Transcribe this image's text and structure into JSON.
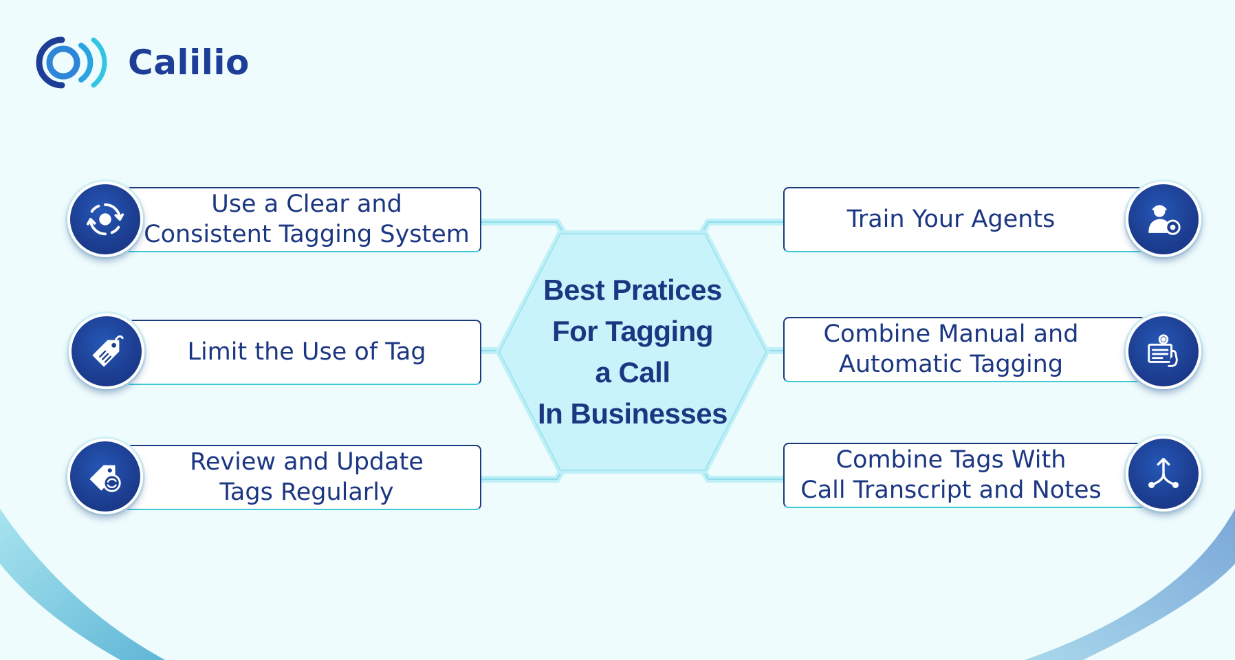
{
  "brand": {
    "name": "Calilio"
  },
  "center": {
    "lines": [
      "Best Pratices",
      "For Tagging",
      "a Call",
      "In Businesses"
    ]
  },
  "left_items": [
    {
      "lines": [
        "Use a Clear and",
        "Consistent Tagging System"
      ],
      "icon": "refresh-cycle-icon"
    },
    {
      "lines": [
        "Limit the Use of Tag"
      ],
      "icon": "price-tag-icon"
    },
    {
      "lines": [
        "Review and Update",
        "Tags Regularly"
      ],
      "icon": "tag-update-icon"
    }
  ],
  "right_items": [
    {
      "lines": [
        "Train Your Agents"
      ],
      "icon": "agent-training-icon"
    },
    {
      "lines": [
        "Combine Manual and",
        "Automatic Tagging"
      ],
      "icon": "manual-automatic-icon"
    },
    {
      "lines": [
        "Combine Tags With",
        "Call Transcript and Notes"
      ],
      "icon": "merge-arrows-icon"
    }
  ],
  "colors": {
    "navy": "#1c3782",
    "cyan": "#3ec8d8",
    "hex_fill": "#c9f3fa",
    "background": "#eefcfd"
  }
}
